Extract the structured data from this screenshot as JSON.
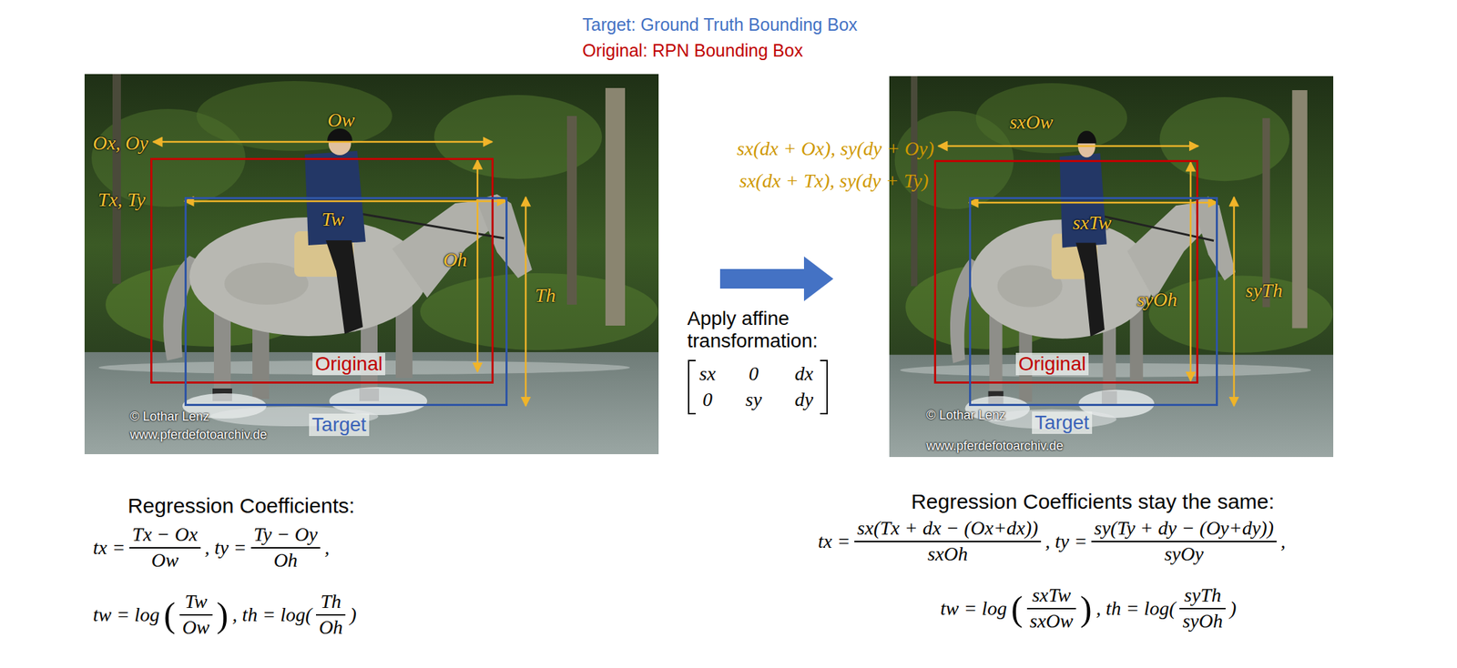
{
  "diagram": {
    "nodes": [
      {
        "text": [
          "Original"
        ]
      },
      {
        "text": [
          "Target"
        ]
      },
      {
        "text": [
          "Original"
        ]
      },
      {
        "text": [
          "Target"
        ]
      }
    ],
    "labels": [
      "Target: Ground Truth Bounding Box",
      "Original: RPN Bounding Box",
      "Ox, Oy",
      "Ow",
      "Tx, Ty",
      "Tw",
      "Oh",
      "Th",
      "© Lothar Lenz",
      "www.pferdefotoarchiv.de",
      "sx(dx + Ox), sy(dy + Oy)",
      "sx(dx + Tx), sy(dy + Ty)",
      "sxOw",
      "sxTw",
      "syOh",
      "syTh",
      "© Lothar Lenz",
      "www.pferdefotoarchiv.de",
      "Apply affine transformation:",
      "sx",
      "0",
      "dx",
      "0",
      "sy",
      "dy",
      "Regression Coefficients:",
      "tx =",
      "Tx − Ox",
      "Ow",
      ", ty =",
      "Ty − Oy",
      "Oh",
      ",",
      "tw = log",
      "(",
      "Tw",
      "Ow",
      ")",
      ", th = log(",
      "Th",
      "Oh",
      ")",
      "Regression Coefficients stay the same:",
      "tx =",
      "sx(Tx + dx − (Ox+dx))",
      "sxOh",
      ", ty =",
      "sy(Ty + dy − (Oy+dy))",
      "syOy",
      ",",
      "tw = log",
      "(",
      "sxTw",
      "sxOw",
      ")",
      ", th = log(",
      "syTh",
      "syOh",
      ")"
    ]
  }
}
